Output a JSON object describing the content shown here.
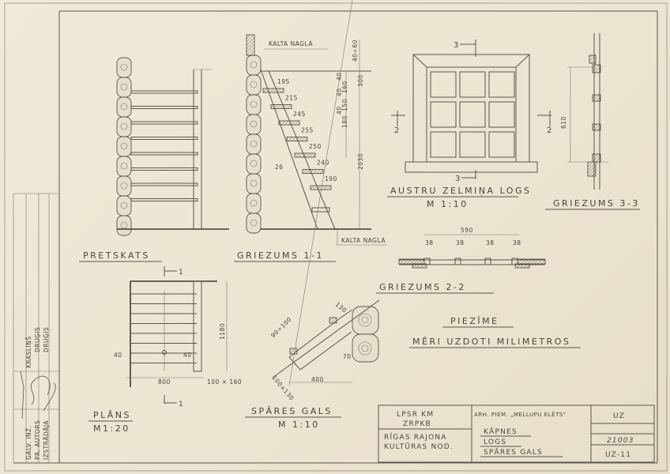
{
  "views": {
    "front": {
      "title": "PRETSKATS"
    },
    "section_1_1": {
      "title": "GRIEZUMS 1-1",
      "nail_top": "KALTA NAGLA",
      "nail_bottom": "KALTA NAGLA",
      "tread_dims": [
        "195",
        "215",
        "245",
        "255",
        "250",
        "240",
        "190"
      ],
      "angle_dim": "26",
      "height_dims": [
        "40÷60",
        "300",
        "40",
        "160",
        "40",
        "150",
        "40",
        "180",
        "2030"
      ]
    },
    "window": {
      "title": "AUSTRU ZELMIŅA LOGS",
      "scale": "M 1:10",
      "mark_3": "3",
      "mark_2": "2"
    },
    "section_3_3": {
      "title": "GRIEZUMS 3-3",
      "height": "610"
    },
    "section_2_2": {
      "title": "GRIEZUMS 2-2",
      "width": "590",
      "mullions": [
        "38",
        "38",
        "38",
        "38"
      ]
    },
    "note": {
      "title": "PIEZĪME",
      "text": "MĒRI UZDOTI MILIMETROS"
    },
    "plan": {
      "title": "PLĀNS",
      "scale": "M1:20",
      "width": "800",
      "left": "40",
      "right": "40",
      "length": "1180",
      "post": "100 × 160",
      "mark": "1"
    },
    "rafter_end": {
      "title": "SPĀRES GALS",
      "scale": "M 1:10",
      "dims": [
        "130",
        "90÷100",
        "70",
        "400",
        "100×130"
      ]
    }
  },
  "title_block": {
    "org1": "LPSR KM",
    "org2": "ZRPKB",
    "org3": "RĪGAS RAJONA",
    "org4": "KULTŪRAS NOD.",
    "project": "ARH. PIEM. „MELLUPU KLĒTS\"",
    "sheet1": "KĀPNES",
    "sheet2": "LOGS",
    "sheet3": "SPĀRES GALS",
    "code": "UZ",
    "number": "21003",
    "sheet_no": "UZ-11"
  },
  "signatures": {
    "row1_role": "GALV. INŽ.",
    "row1_name": "KRASLIŅŠ",
    "row2_role": "PR. AUTORS",
    "row2_name": "DRUĢIS",
    "row3_role": "IZSTRĀDĀJA",
    "row3_name": "DRUĢIS"
  }
}
